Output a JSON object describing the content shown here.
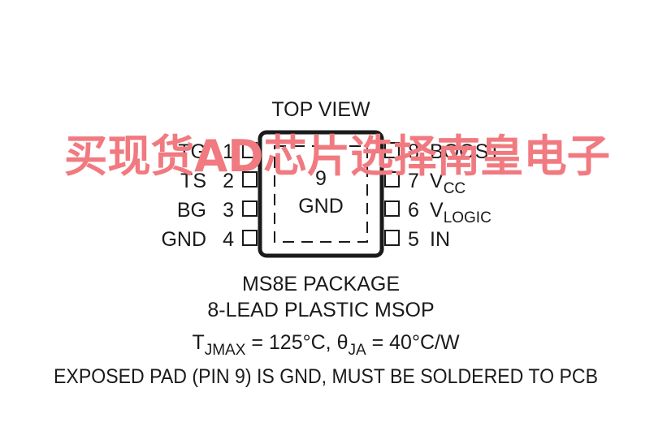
{
  "top_view_label": "TOP VIEW",
  "exposed_pad": {
    "number": "9",
    "name": "GND"
  },
  "pins_left": [
    {
      "name": "TG",
      "number": "1"
    },
    {
      "name": "TS",
      "number": "2"
    },
    {
      "name": "BG",
      "number": "3"
    },
    {
      "name": "GND",
      "number": "4"
    }
  ],
  "pins_right": [
    {
      "number": "8",
      "name": "BOOST",
      "sub": ""
    },
    {
      "number": "7",
      "name": "V",
      "sub": "CC"
    },
    {
      "number": "6",
      "name": "V",
      "sub": "LOGIC"
    },
    {
      "number": "5",
      "name": "IN",
      "sub": ""
    }
  ],
  "package_name": "MS8E PACKAGE",
  "package_desc": "8-LEAD PLASTIC MSOP",
  "thermal": {
    "tj_symbol": "T",
    "tj_sub": "JMAX",
    "tj_value": " = 125°C, ",
    "theta_symbol": "θ",
    "theta_sub": "JA",
    "theta_value": " = 40°C/W"
  },
  "note": "EXPOSED PAD (PIN 9) IS GND, MUST BE SOLDERED TO PCB",
  "watermark": "买现货AD芯片选择南皇电子",
  "colors": {
    "ink": "#1a1a1a",
    "watermark": "#f07a80"
  }
}
